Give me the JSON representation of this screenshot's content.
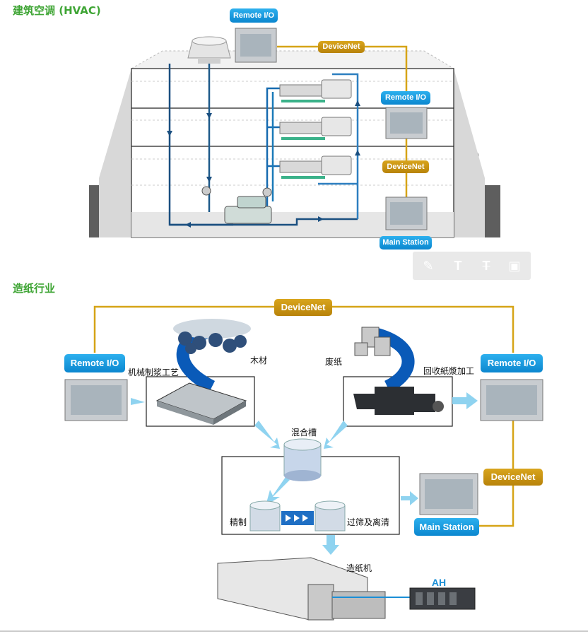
{
  "sections": {
    "hvac_title": "建筑空调 (HVAC)",
    "paper_title": "造纸行业"
  },
  "hvac": {
    "remote_io_top": "Remote I/O",
    "devicenet_top": "DeviceNet",
    "remote_io_right": "Remote I/O",
    "devicenet_mid": "DeviceNet",
    "main_station": "Main Station"
  },
  "paper": {
    "devicenet_top": "DeviceNet",
    "remote_io_left": "Remote I/O",
    "remote_io_right": "Remote I/O",
    "devicenet_right": "DeviceNet",
    "main_station": "Main Station",
    "ah": "AH",
    "labels": {
      "mech_pulp": "机械制浆工艺",
      "wood": "木材",
      "waste_paper": "废纸",
      "recycle": "回收紙漿加工",
      "mixing": "混合槽",
      "refine": "精制",
      "screen": "过筛及离清",
      "paper_machine": "造纸机"
    }
  },
  "toolbar": {
    "icons": [
      "pencil-icon",
      "text-icon",
      "strikethrough-text-icon",
      "crop-icon"
    ]
  }
}
